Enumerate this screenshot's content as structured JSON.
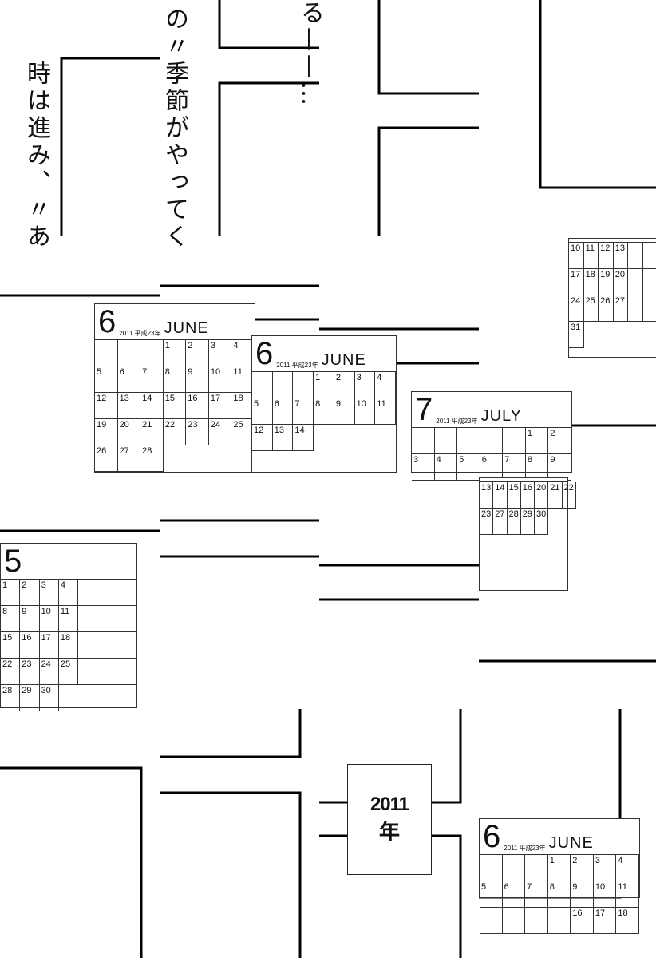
{
  "captions": {
    "line1": "時は進み、〃あ",
    "line2": "の〃季節がやってく",
    "line3": "る——…"
  },
  "year_box": {
    "year": "2011",
    "kanji": "年"
  },
  "calendars": [
    {
      "month": "6",
      "name": "JUNE",
      "sub": "2011 平成23年",
      "days": [
        "",
        "",
        "",
        "1",
        "2",
        "3",
        "4",
        "5",
        "6",
        "7",
        "8",
        "9",
        "10",
        "11",
        "12",
        "13",
        "14",
        "15",
        "16",
        "17",
        "18",
        "19",
        "20",
        "21",
        "22",
        "23",
        "24",
        "25",
        "26",
        "27",
        "28"
      ]
    },
    {
      "month": "6",
      "name": "JUNE",
      "sub": "2011 平成23年",
      "days": [
        "",
        "",
        "",
        "1",
        "2",
        "3",
        "4",
        "5",
        "6",
        "7",
        "8",
        "9",
        "10",
        "11",
        "12",
        "13",
        "14"
      ]
    },
    {
      "month": "7",
      "name": "JULY",
      "sub": "2011 平成23年",
      "days": [
        "",
        "",
        "",
        "",
        "",
        "1",
        "2",
        "3",
        "4",
        "5",
        "6",
        "7",
        "8",
        "9"
      ]
    },
    {
      "month": "5",
      "name": "",
      "sub": "",
      "days": [
        "1",
        "2",
        "3",
        "4",
        "",
        "",
        "",
        "8",
        "9",
        "10",
        "11",
        "",
        "",
        "",
        "15",
        "16",
        "17",
        "18",
        "",
        "",
        "",
        "22",
        "23",
        "24",
        "25",
        "",
        "",
        "",
        "28",
        "29",
        "30"
      ]
    },
    {
      "month": "",
      "name": "",
      "sub": "",
      "days": [
        "10",
        "11",
        "12",
        "13",
        "",
        "",
        "",
        "17",
        "18",
        "19",
        "20",
        "",
        "",
        "",
        "24",
        "25",
        "26",
        "27",
        "",
        "",
        "",
        "31"
      ]
    },
    {
      "month": "",
      "name": "",
      "sub": "",
      "days": [
        "13",
        "14",
        "15",
        "16",
        "20",
        "21",
        "22",
        "23",
        "27",
        "28",
        "29",
        "30"
      ]
    },
    {
      "month": "6",
      "name": "JUNE",
      "sub": "2011 平成23年",
      "days": [
        "",
        "",
        "",
        "1",
        "2",
        "3",
        "4",
        "5",
        "6",
        "7",
        "8",
        "9",
        "10",
        "11",
        "",
        "",
        "",
        "",
        "16",
        "17",
        "18"
      ]
    }
  ]
}
